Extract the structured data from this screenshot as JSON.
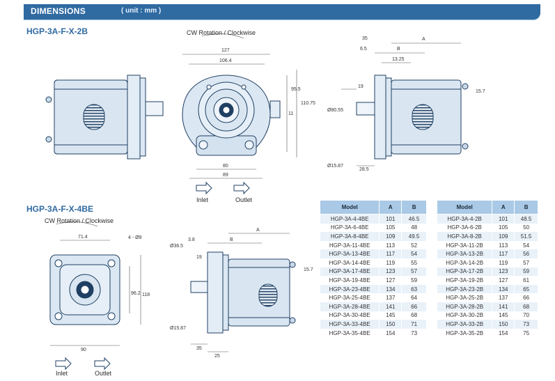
{
  "header": {
    "title": "DIMENSIONS",
    "unit": "( unit : mm )"
  },
  "section_top": {
    "model": "HGP-3A-F-X-2B",
    "rotation": "CW Rotation / Clockwise",
    "inlet": "Inlet",
    "outlet": "Outlet",
    "dims": {
      "d127": "127",
      "d1064": "106.4",
      "d80": "80",
      "d89": "89",
      "d955": "95.5",
      "d11075": "110.75",
      "d11": "11",
      "dA": "A",
      "dB": "B",
      "d65": "6.5",
      "d1325": "13.25",
      "d35": "35",
      "d19": "19",
      "d157": "15.7",
      "d285": "28.5",
      "d8055": "Ø80.55",
      "d1587": "Ø15.87"
    }
  },
  "section_bottom": {
    "model": "HGP-3A-F-X-4BE",
    "rotation": "CW Rotation / Clockwise",
    "inlet": "Inlet",
    "outlet": "Outlet",
    "dims": {
      "d714": "71.4",
      "d4phi9": "4 - Ø9",
      "d962": "96.2",
      "d118": "118",
      "d90": "90",
      "dA": "A",
      "dB": "B",
      "d38": "3.8",
      "d19": "19",
      "d157": "15.7",
      "d35": "35",
      "d25": "25",
      "d365": "Ø36.5",
      "d1587": "Ø15.87"
    }
  },
  "tables": [
    {
      "headers": [
        "Model",
        "A",
        "B"
      ],
      "rows": [
        [
          "HGP-3A-4-4BE",
          "101",
          "46.5"
        ],
        [
          "HGP-3A-6-4BE",
          "105",
          "48"
        ],
        [
          "HGP-3A-8-4BE",
          "109",
          "49.5"
        ],
        [
          "HGP-3A-11-4BE",
          "113",
          "52"
        ],
        [
          "HGP-3A-13-4BE",
          "117",
          "54"
        ],
        [
          "HGP-3A-14-4BE",
          "119",
          "55"
        ],
        [
          "HGP-3A-17-4BE",
          "123",
          "57"
        ],
        [
          "HGP-3A-19-4BE",
          "127",
          "59"
        ],
        [
          "HGP-3A-23-4BE",
          "134",
          "63"
        ],
        [
          "HGP-3A-25-4BE",
          "137",
          "64"
        ],
        [
          "HGP-3A-28-4BE",
          "141",
          "66"
        ],
        [
          "HGP-3A-30-4BE",
          "145",
          "68"
        ],
        [
          "HGP-3A-33-4BE",
          "150",
          "71"
        ],
        [
          "HGP-3A-35-4BE",
          "154",
          "73"
        ]
      ]
    },
    {
      "headers": [
        "Model",
        "A",
        "B"
      ],
      "rows": [
        [
          "HGP-3A-4-2B",
          "101",
          "48.5"
        ],
        [
          "HGP-3A-6-2B",
          "105",
          "50"
        ],
        [
          "HGP-3A-8-2B",
          "109",
          "51.5"
        ],
        [
          "HGP-3A-11-2B",
          "113",
          "54"
        ],
        [
          "HGP-3A-13-2B",
          "117",
          "56"
        ],
        [
          "HGP-3A-14-2B",
          "119",
          "57"
        ],
        [
          "HGP-3A-17-2B",
          "123",
          "59"
        ],
        [
          "HGP-3A-19-2B",
          "127",
          "61"
        ],
        [
          "HGP-3A-23-2B",
          "134",
          "65"
        ],
        [
          "HGP-3A-25-2B",
          "137",
          "66"
        ],
        [
          "HGP-3A-28-2B",
          "141",
          "68"
        ],
        [
          "HGP-3A-30-2B",
          "145",
          "70"
        ],
        [
          "HGP-3A-33-2B",
          "150",
          "73"
        ],
        [
          "HGP-3A-35-2B",
          "154",
          "75"
        ]
      ]
    }
  ]
}
